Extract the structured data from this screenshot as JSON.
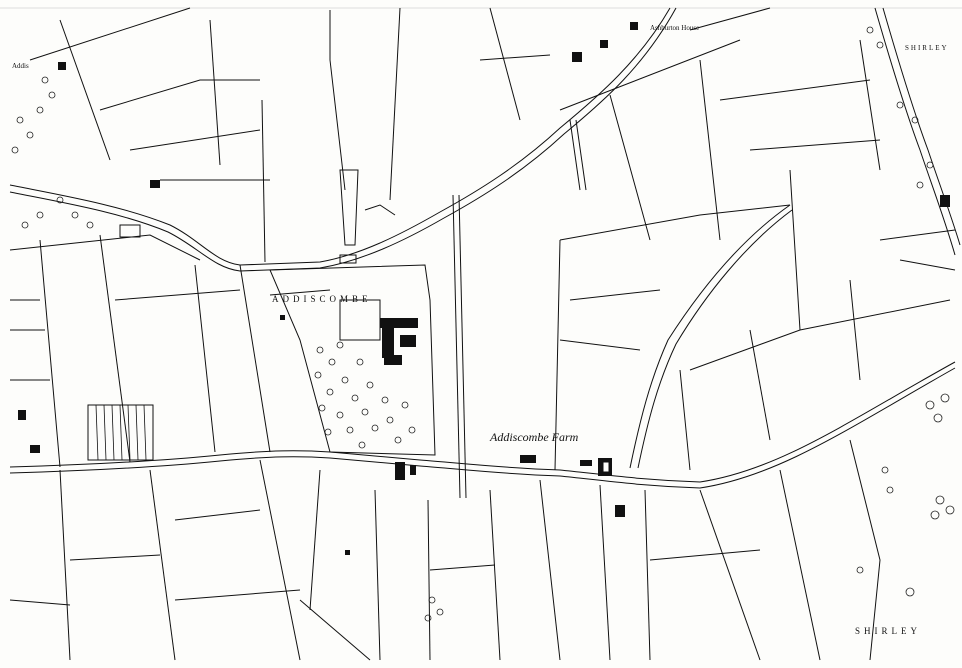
{
  "map": {
    "ink_color": "#111111",
    "paper_color": "#fdfdfb",
    "labels": {
      "addiscombe": "ADDISCOMBE",
      "addiscombe_farm": "Addiscombe Farm",
      "shirley": "SHIRLEY",
      "top_center": "Ashburton House",
      "top_right": "SHIRLEY",
      "top_left": "Addis"
    }
  }
}
